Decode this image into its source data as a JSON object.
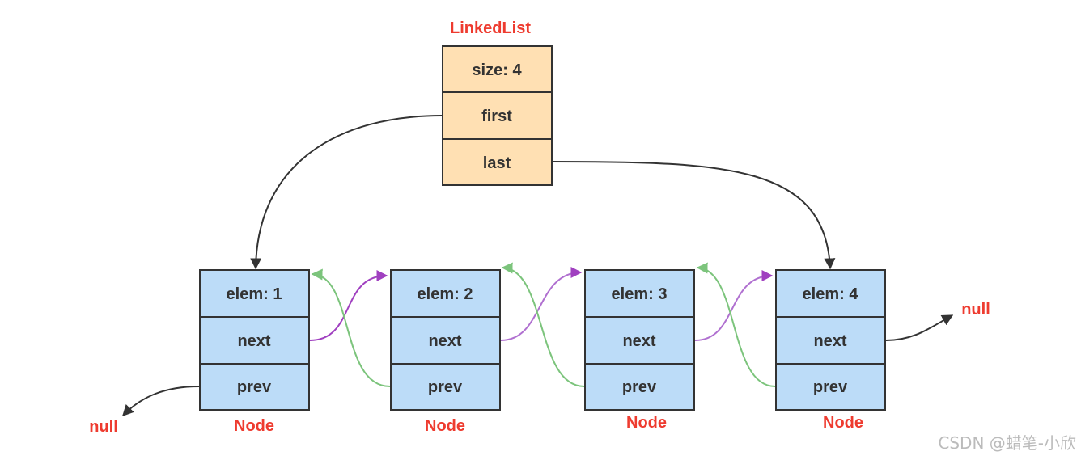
{
  "linkedlist": {
    "title": "LinkedList",
    "fields": [
      "size: 4",
      "first",
      "last"
    ]
  },
  "nodes": [
    {
      "elem": "elem: 1",
      "next": "next",
      "prev": "prev",
      "label": "Node"
    },
    {
      "elem": "elem: 2",
      "next": "next",
      "prev": "prev",
      "label": "Node"
    },
    {
      "elem": "elem: 3",
      "next": "next",
      "prev": "prev",
      "label": "Node"
    },
    {
      "elem": "elem: 4",
      "next": "next",
      "prev": "prev",
      "label": "Node"
    }
  ],
  "null_left": "null",
  "null_right": "null",
  "watermark": "CSDN @蜡笔-小欣",
  "colors": {
    "label_red": "#ee3b2f",
    "header_fill": "#ffe0b3",
    "node_fill": "#bcdcf8",
    "border": "#333333",
    "next_arrow": "#a040c0",
    "prev_arrow": "#7cc47c",
    "pointer_arrow": "#333333",
    "watermark": "#bbbbbb"
  }
}
